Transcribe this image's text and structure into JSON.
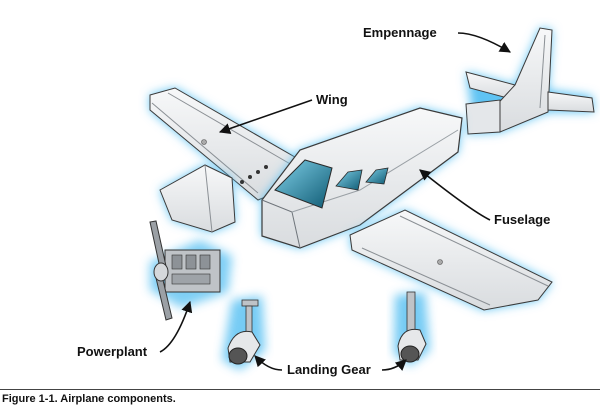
{
  "labels": {
    "empennage": "Empennage",
    "wing": "Wing",
    "fuselage": "Fuselage",
    "powerplant": "Powerplant",
    "landing_gear": "Landing Gear"
  },
  "caption": "Figure 1-1. Airplane components.",
  "colors": {
    "glow": "#5fc3f3",
    "part_fill": "#eef0f2",
    "part_stroke": "#3a3a3a",
    "windshield": "#1d6f8c"
  }
}
